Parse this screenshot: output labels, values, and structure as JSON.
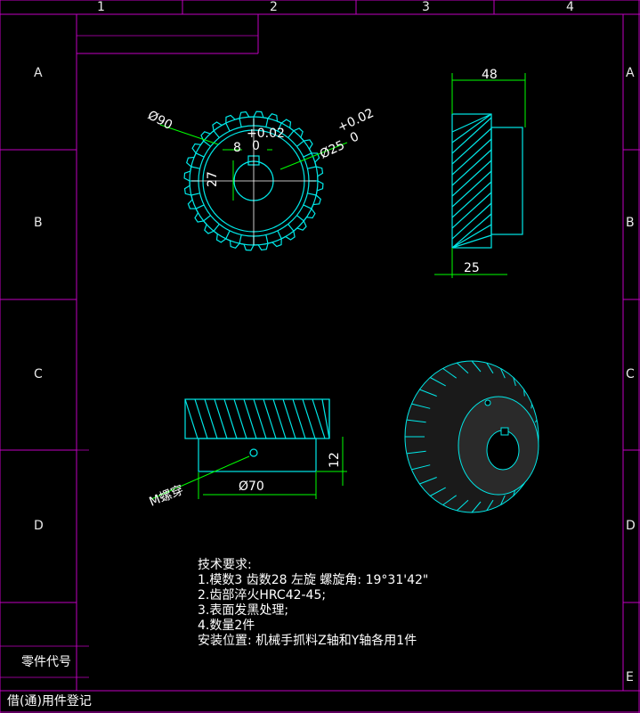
{
  "frame": {
    "columns": [
      "1",
      "2",
      "3",
      "4"
    ],
    "rows": [
      "A",
      "B",
      "C",
      "D",
      "E"
    ]
  },
  "dimensions": {
    "front_diameter": "Ø90",
    "front_keyway_width": "8",
    "front_keyway_width_tol_upper": "+0.02",
    "front_keyway_width_tol_lower": "0",
    "front_keyway_depth": "27",
    "front_bore": "Ø25",
    "front_bore_tol_upper": "+0.02",
    "front_bore_tol_lower": "0",
    "side_width": "48",
    "side_hub": "25",
    "bottom_hub_diameter": "Ø70",
    "bottom_offset": "12",
    "bottom_thread": "M螺穿"
  },
  "notes": {
    "title": "技术要求:",
    "line1": "1.模数3 齿数28 左旋 螺旋角: 19°31'42\"",
    "line2": "2.齿部淬火HRC42-45;",
    "line3": "3.表面发黑处理;",
    "line4": "4.数量2件",
    "line5": "安装位置: 机械手抓料Z轴和Y轴各用1件"
  },
  "side_panel": {
    "part_code": "零件代号",
    "register": "借(通)用件登记"
  },
  "colors": {
    "frame": "#c000c0",
    "outline": "#00e8e8",
    "dimension": "#00ff00",
    "text": "#ffffff"
  }
}
